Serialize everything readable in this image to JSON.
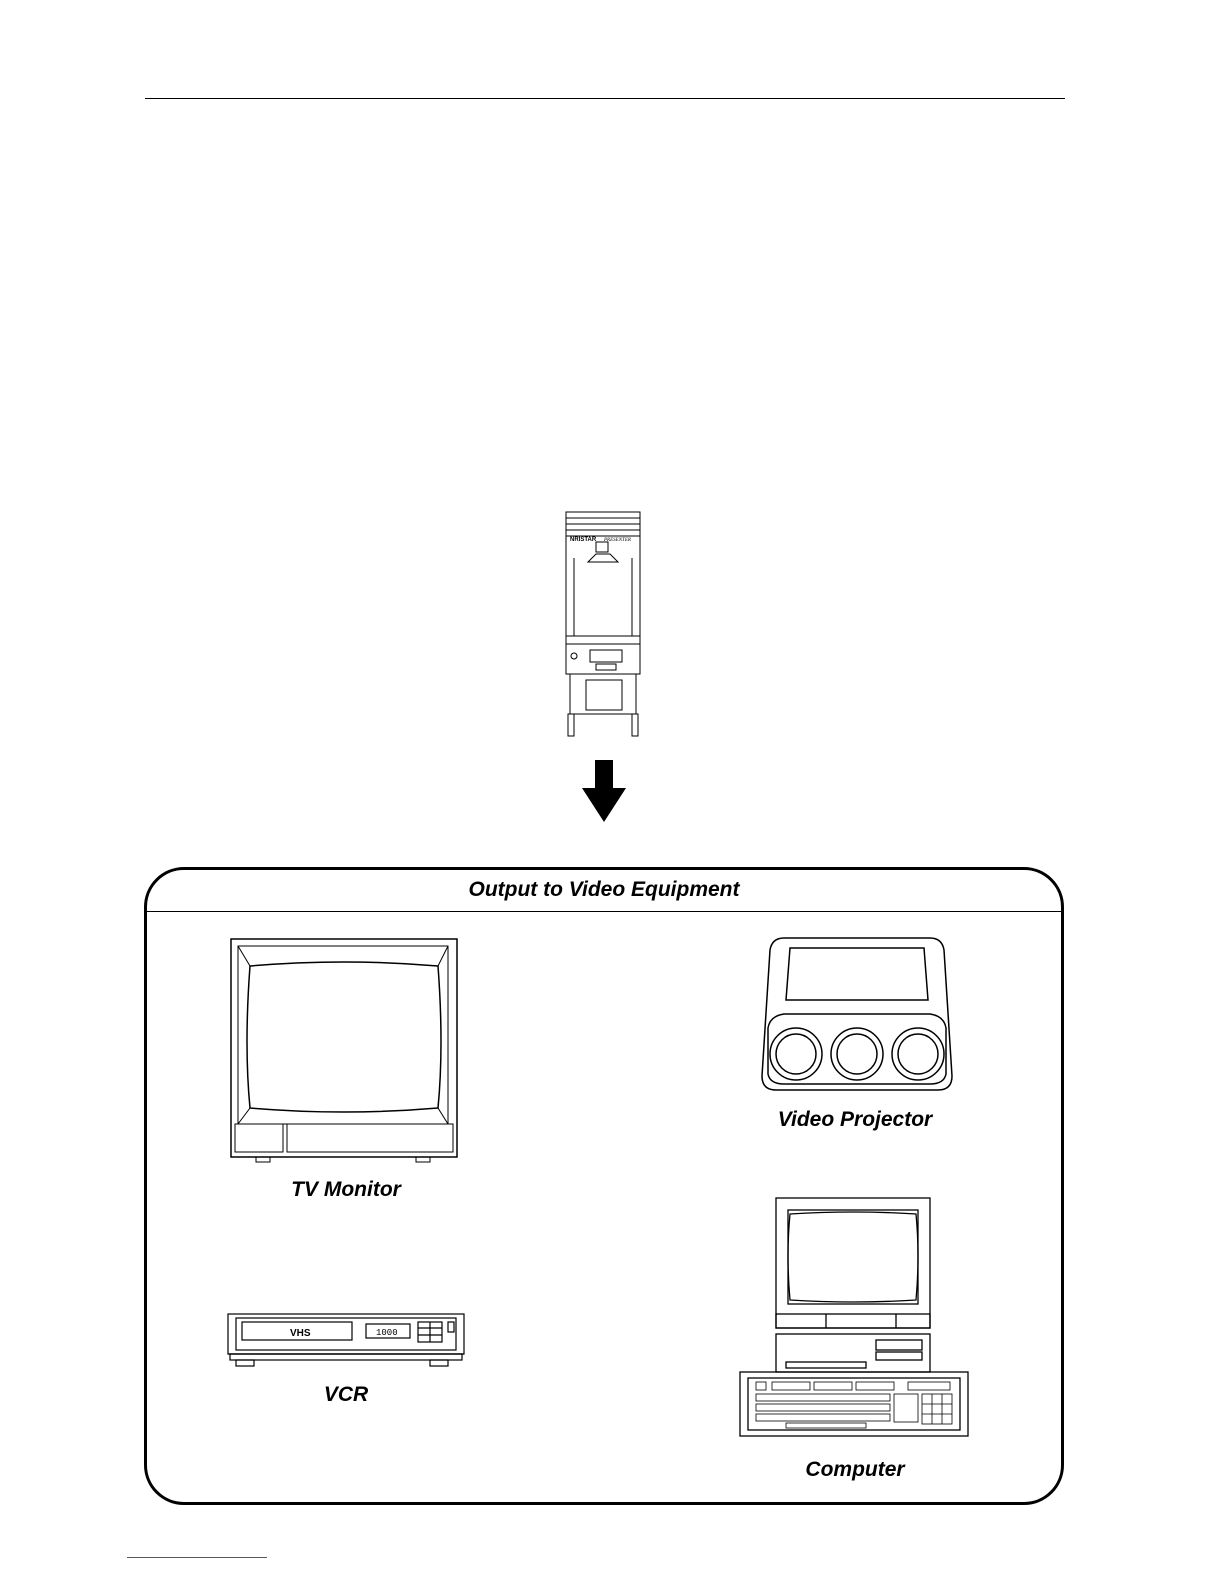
{
  "panel": {
    "title": "Output to Video Equipment"
  },
  "presenter": {
    "brand": "NRISTAR",
    "model": "PRESENTER"
  },
  "devices": {
    "tv_monitor": {
      "label": "TV Monitor",
      "icon": "tv-monitor-icon"
    },
    "vcr": {
      "label": "VCR",
      "icon": "vcr-icon",
      "tape_label": "VHS",
      "display": "1000"
    },
    "video_projector": {
      "label": "Video Projector",
      "icon": "video-projector-icon"
    },
    "computer": {
      "label": "Computer",
      "icon": "computer-icon"
    }
  }
}
